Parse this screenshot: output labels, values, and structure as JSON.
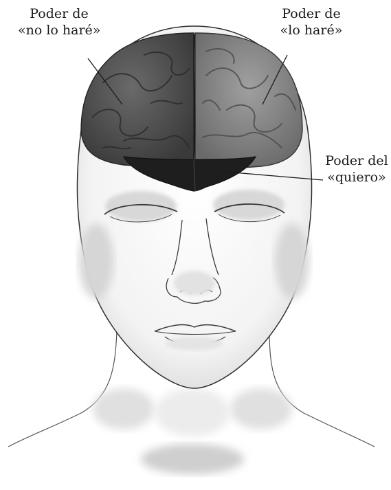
{
  "labels": {
    "no_lo_hare": {
      "line1": "Poder de",
      "line2": "«no lo haré»"
    },
    "lo_hare": {
      "line1": "Poder de",
      "line2": "«lo haré»"
    },
    "quiero": {
      "line1": "Poder del",
      "line2": "«quiero»"
    }
  },
  "colors": {
    "left_hemisphere": "#4a4a4a",
    "right_hemisphere": "#7d7d7d",
    "prefrontal_region": "#1e1e1e",
    "skin_shadow": "#d2d2d2",
    "outline": "#3a3a3a"
  }
}
